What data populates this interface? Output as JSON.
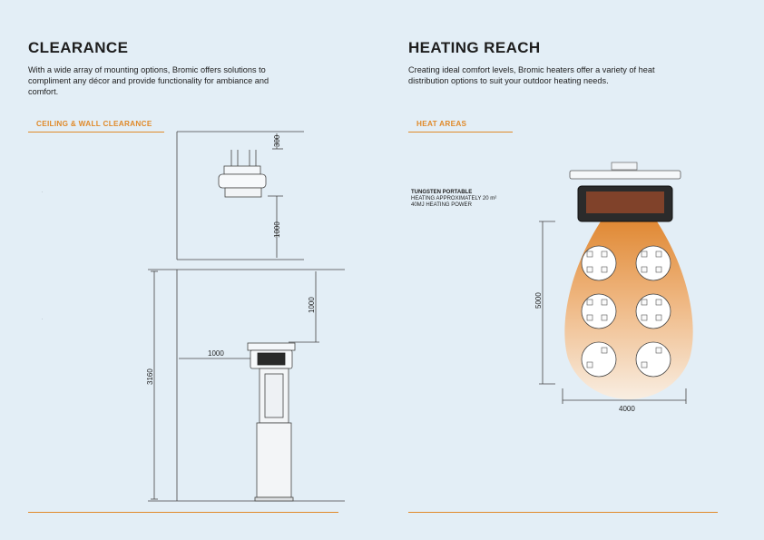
{
  "left": {
    "title": "CLEARANCE",
    "intro": "With a wide array of mounting options, Bromic offers solutions to compliment any décor and provide functionality for ambiance and comfort.",
    "subheading": "CEILING & WALL CLEARANCE",
    "dimensions": {
      "top_clearance": "300",
      "ceiling_drop": "1000",
      "wall_to_heater": "1000",
      "side_clearance": "1000",
      "total_height": "3160"
    }
  },
  "right": {
    "title": "HEATING REACH",
    "intro": "Creating ideal comfort levels, Bromic heaters offer a variety of heat distribution options to suit your outdoor heating needs.",
    "subheading": "HEAT AREAS",
    "product": {
      "name": "TUNGSTEN PORTABLE",
      "line1": "HEATING APPROXIMATELY 20 m²",
      "line2": "40MJ HEATING POWER"
    },
    "dimensions": {
      "depth": "5000",
      "width": "4000"
    }
  },
  "colors": {
    "background": "#e3eef6",
    "accent": "#e08a2a",
    "text": "#1e1e1e"
  }
}
